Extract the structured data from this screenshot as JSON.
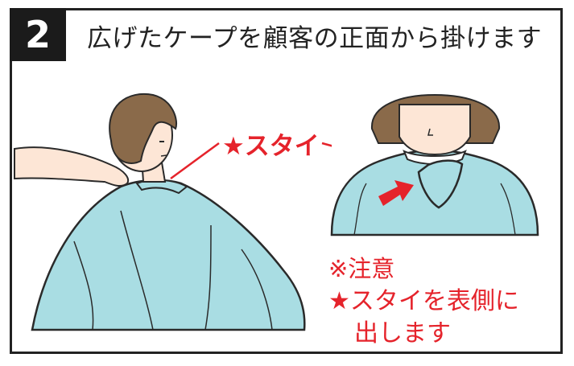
{
  "panel": {
    "step_number": "2",
    "title": "広げたケープを顧客の正面から掛けます"
  },
  "callout": {
    "label": "★スタイ"
  },
  "note": {
    "heading": "※注意",
    "line1": "★スタイを表側に",
    "line2": "出します"
  },
  "colors": {
    "cape": "#a9dde3",
    "cape_outline": "#2a2a2a",
    "hair": "#8a6a4a",
    "skin": "#fde6d6",
    "accent_red": "#e5232b",
    "badge": "#1b1b1b"
  }
}
